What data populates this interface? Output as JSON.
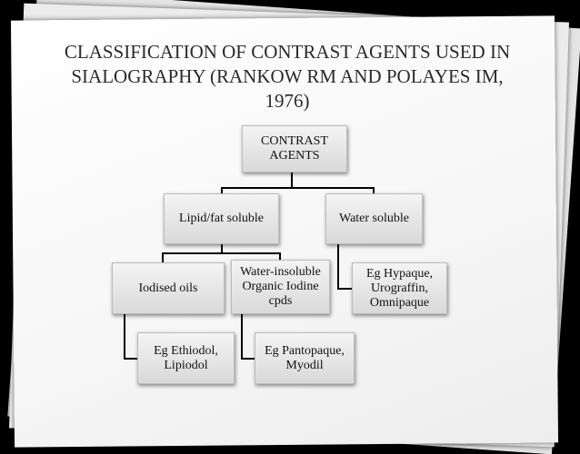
{
  "title": "CLASSIFICATION OF CONTRAST AGENTS USED IN SIALOGRAPHY (RANKOW RM AND POLAYES IM, 1976)",
  "nodes": {
    "root": "CONTRAST AGENTS",
    "lipid": "Lipid/fat soluble",
    "water": "Water soluble",
    "iodised": "Iodised oils",
    "insoluble": "Water-insoluble Organic Iodine cpds",
    "eg_water": "Eg Hypaque, Urograffin, Omnipaque",
    "eg_iodised": "Eg Ethiodol, Lipiodol",
    "eg_insoluble": "Eg Pantopaque, Myodil"
  }
}
